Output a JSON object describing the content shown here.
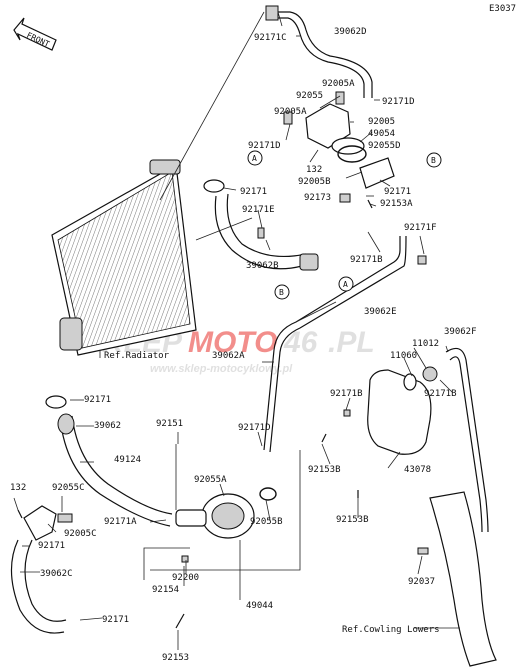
{
  "diagram_code": "E3037",
  "front_label": "FRONT",
  "watermark": {
    "brand_left": "SKLEP",
    "brand_mid": "MOTO",
    "brand_num": "46",
    "brand_tld": ".PL",
    "url": "www.sklep-motocyklowy.pl"
  },
  "colors": {
    "accent": "#e8322e",
    "watermark_gray": "#c8c8c8",
    "ink": "#111111"
  },
  "callouts": {
    "A": "A",
    "B": "B"
  },
  "labels": {
    "l_92171C": "92171C",
    "l_39062D": "39062D",
    "l_92005A": "92005A",
    "l_92055": "92055",
    "l_92171D_a": "92171D",
    "l_92005A_b": "92005A",
    "l_92005": "92005",
    "l_49054": "49054",
    "l_92171D_b": "92171D",
    "l_92055D": "92055D",
    "l_132_a": "132",
    "l_92005B": "92005B",
    "l_92171_a": "92171",
    "l_92173": "92173",
    "l_92171_b": "92171",
    "l_92153A": "92153A",
    "l_92171E": "92171E",
    "l_92171F": "92171F",
    "l_92171B_a": "92171B",
    "l_39062B": "39062B",
    "l_39062E": "39062E",
    "l_39062F": "39062F",
    "l_11012": "11012",
    "l_11060": "11060",
    "l_ref_radiator": "Ref.Radiator",
    "l_39062A": "39062A",
    "l_92171B_b": "92171B",
    "l_92171_c": "92171",
    "l_92171B_c": "92171B",
    "l_39062": "39062",
    "l_92151": "92151",
    "l_92171D_c": "92171D",
    "l_92153B_a": "92153B",
    "l_43078": "43078",
    "l_49124": "49124",
    "l_132_b": "132",
    "l_92055C": "92055C",
    "l_92055A": "92055A",
    "l_92005C": "92005C",
    "l_92171_d": "92171",
    "l_92171A": "92171A",
    "l_92055B": "92055B",
    "l_92153B_b": "92153B",
    "l_39062C": "39062C",
    "l_92200": "92200",
    "l_92154": "92154",
    "l_92037": "92037",
    "l_92171_e": "92171",
    "l_49044": "49044",
    "l_ref_cowling": "Ref.Cowling Lowers",
    "l_92153": "92153"
  }
}
